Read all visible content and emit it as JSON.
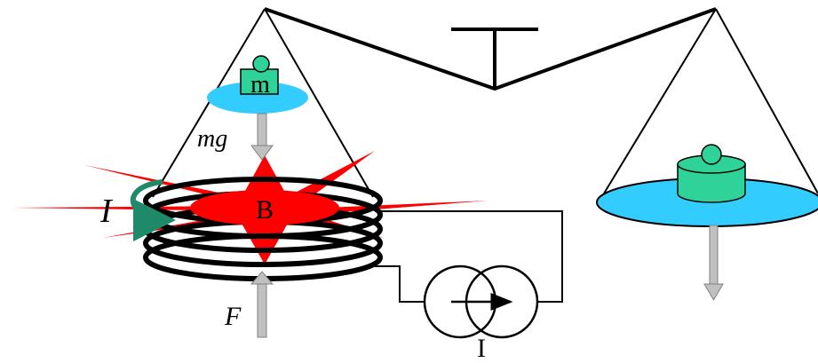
{
  "labels": {
    "mass_left": "m",
    "weight": "mg",
    "current_loop": "I",
    "field": "B",
    "force": "F",
    "source_current": "I"
  },
  "colors": {
    "pan": "#33ccff",
    "weight_block": "#2fd39a",
    "field": "#ff0000",
    "arrow": "#c0c0c0",
    "curl_arrow": "#1f8a6a",
    "line": "#000000"
  },
  "icons": {
    "source": "current-source-icon",
    "curl": "curved-current-arrow-icon"
  }
}
